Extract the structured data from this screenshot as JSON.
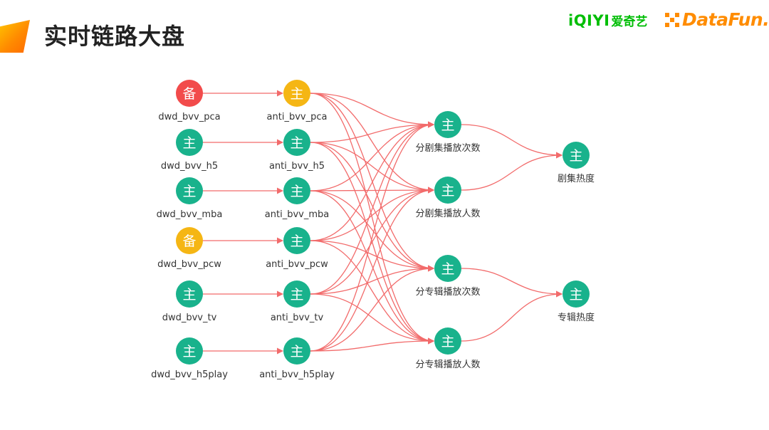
{
  "header": {
    "title": "实时链路大盘",
    "logo_iqiyi_en": "iQIYI",
    "logo_iqiyi_zh": "爱奇艺",
    "logo_datafun": "DataFun."
  },
  "colors": {
    "edge": "#f26b6b",
    "node_main": "#19b28c",
    "node_backup_red": "#f24b4b",
    "node_backup_yellow": "#f5b614"
  },
  "nodes": [
    {
      "id": "dwd_pca",
      "glyph": "备",
      "label": "dwd_bvv_pca",
      "color": "red"
    },
    {
      "id": "dwd_h5",
      "glyph": "主",
      "label": "dwd_bvv_h5",
      "color": "green"
    },
    {
      "id": "dwd_mba",
      "glyph": "主",
      "label": "dwd_bvv_mba",
      "color": "green"
    },
    {
      "id": "dwd_pcw",
      "glyph": "备",
      "label": "dwd_bvv_pcw",
      "color": "yellow"
    },
    {
      "id": "dwd_tv",
      "glyph": "主",
      "label": "dwd_bvv_tv",
      "color": "green"
    },
    {
      "id": "dwd_h5play",
      "glyph": "主",
      "label": "dwd_bvv_h5play",
      "color": "green"
    },
    {
      "id": "anti_pca",
      "glyph": "主",
      "label": "anti_bvv_pca",
      "color": "yellow"
    },
    {
      "id": "anti_h5",
      "glyph": "主",
      "label": "anti_bvv_h5",
      "color": "green"
    },
    {
      "id": "anti_mba",
      "glyph": "主",
      "label": "anti_bvv_mba",
      "color": "green"
    },
    {
      "id": "anti_pcw",
      "glyph": "主",
      "label": "anti_bvv_pcw",
      "color": "green"
    },
    {
      "id": "anti_tv",
      "glyph": "主",
      "label": "anti_bvv_tv",
      "color": "green"
    },
    {
      "id": "anti_h5play",
      "glyph": "主",
      "label": "anti_bvv_h5play",
      "color": "green"
    },
    {
      "id": "ep_play",
      "glyph": "主",
      "label": "分剧集播放次数",
      "color": "green"
    },
    {
      "id": "ep_user",
      "glyph": "主",
      "label": "分剧集播放人数",
      "color": "green"
    },
    {
      "id": "al_play",
      "glyph": "主",
      "label": "分专辑播放次数",
      "color": "green"
    },
    {
      "id": "al_user",
      "glyph": "主",
      "label": "分专辑播放人数",
      "color": "green"
    },
    {
      "id": "ep_heat",
      "glyph": "主",
      "label": "剧集热度",
      "color": "green"
    },
    {
      "id": "al_heat",
      "glyph": "主",
      "label": "专辑热度",
      "color": "green"
    }
  ],
  "edges": [
    [
      "dwd_pca",
      "anti_pca"
    ],
    [
      "dwd_h5",
      "anti_h5"
    ],
    [
      "dwd_mba",
      "anti_mba"
    ],
    [
      "dwd_pcw",
      "anti_pcw"
    ],
    [
      "dwd_tv",
      "anti_tv"
    ],
    [
      "dwd_h5play",
      "anti_h5play"
    ],
    [
      "anti_pca",
      "ep_play"
    ],
    [
      "anti_pca",
      "ep_user"
    ],
    [
      "anti_pca",
      "al_play"
    ],
    [
      "anti_pca",
      "al_user"
    ],
    [
      "anti_h5",
      "ep_play"
    ],
    [
      "anti_h5",
      "ep_user"
    ],
    [
      "anti_h5",
      "al_play"
    ],
    [
      "anti_h5",
      "al_user"
    ],
    [
      "anti_mba",
      "ep_play"
    ],
    [
      "anti_mba",
      "ep_user"
    ],
    [
      "anti_mba",
      "al_play"
    ],
    [
      "anti_mba",
      "al_user"
    ],
    [
      "anti_pcw",
      "ep_play"
    ],
    [
      "anti_pcw",
      "ep_user"
    ],
    [
      "anti_pcw",
      "al_play"
    ],
    [
      "anti_pcw",
      "al_user"
    ],
    [
      "anti_tv",
      "ep_play"
    ],
    [
      "anti_tv",
      "ep_user"
    ],
    [
      "anti_tv",
      "al_play"
    ],
    [
      "anti_tv",
      "al_user"
    ],
    [
      "anti_h5play",
      "ep_play"
    ],
    [
      "anti_h5play",
      "ep_user"
    ],
    [
      "anti_h5play",
      "al_play"
    ],
    [
      "anti_h5play",
      "al_user"
    ],
    [
      "ep_play",
      "ep_heat"
    ],
    [
      "ep_user",
      "ep_heat"
    ],
    [
      "al_play",
      "al_heat"
    ],
    [
      "al_user",
      "al_heat"
    ]
  ]
}
